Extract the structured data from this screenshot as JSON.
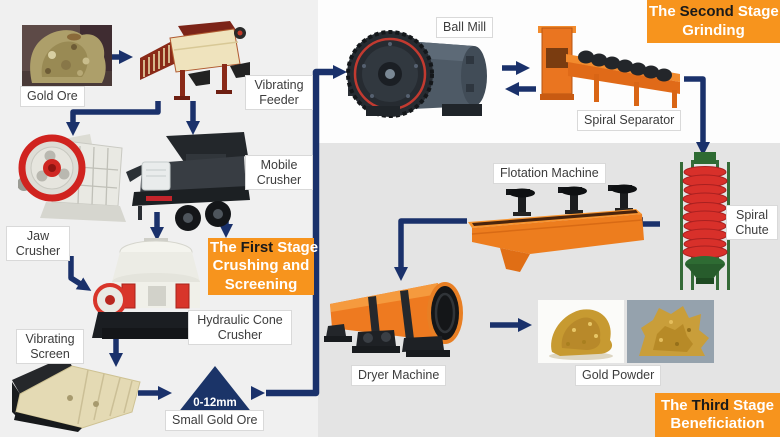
{
  "colors": {
    "arrow_navy": "#1a316b",
    "stage_banner_orange": "#f7941d",
    "stage_highlight_text": "#1a1a1a",
    "machine_orange": "#ee7a20",
    "left_panel_bg": "#f0f0f0",
    "right_top_bg": "#fdfdfd",
    "right_band_bg": "#e4e4e4",
    "label_bg": "#ffffff",
    "label_border": "#d9d9d9"
  },
  "machines": {
    "gold_ore": {
      "label": "Gold Ore"
    },
    "vibrating_feeder": {
      "label": "Vibrating Feeder"
    },
    "jaw_crusher": {
      "label": "Jaw Crusher"
    },
    "mobile_crusher": {
      "label": "Mobile Crusher"
    },
    "hydraulic_cone_crusher": {
      "label": "Hydraulic Cone Crusher"
    },
    "vibrating_screen": {
      "label": "Vibrating Screen"
    },
    "small_gold_ore": {
      "label": "Small Gold Ore",
      "size": "0-12mm"
    },
    "ball_mill": {
      "label": "Ball Mill"
    },
    "spiral_separator": {
      "label": "Spiral Separator"
    },
    "flotation_machine": {
      "label": "Flotation Machine"
    },
    "spiral_chute": {
      "label": "Spiral Chute"
    },
    "dryer_machine": {
      "label": "Dryer Machine"
    },
    "gold_powder": {
      "label": "Gold Powder"
    }
  },
  "stages": {
    "first": {
      "the": "The",
      "name": "First",
      "stage": "Stage",
      "desc_line1": "Crushing and",
      "desc_line2": "Screening"
    },
    "second": {
      "the": "The",
      "name": "Second",
      "stage": "Stage",
      "desc_line1": "Grinding"
    },
    "third": {
      "the": "The",
      "name": "Third",
      "stage": "Stage",
      "desc_line1": "Beneficiation"
    }
  }
}
